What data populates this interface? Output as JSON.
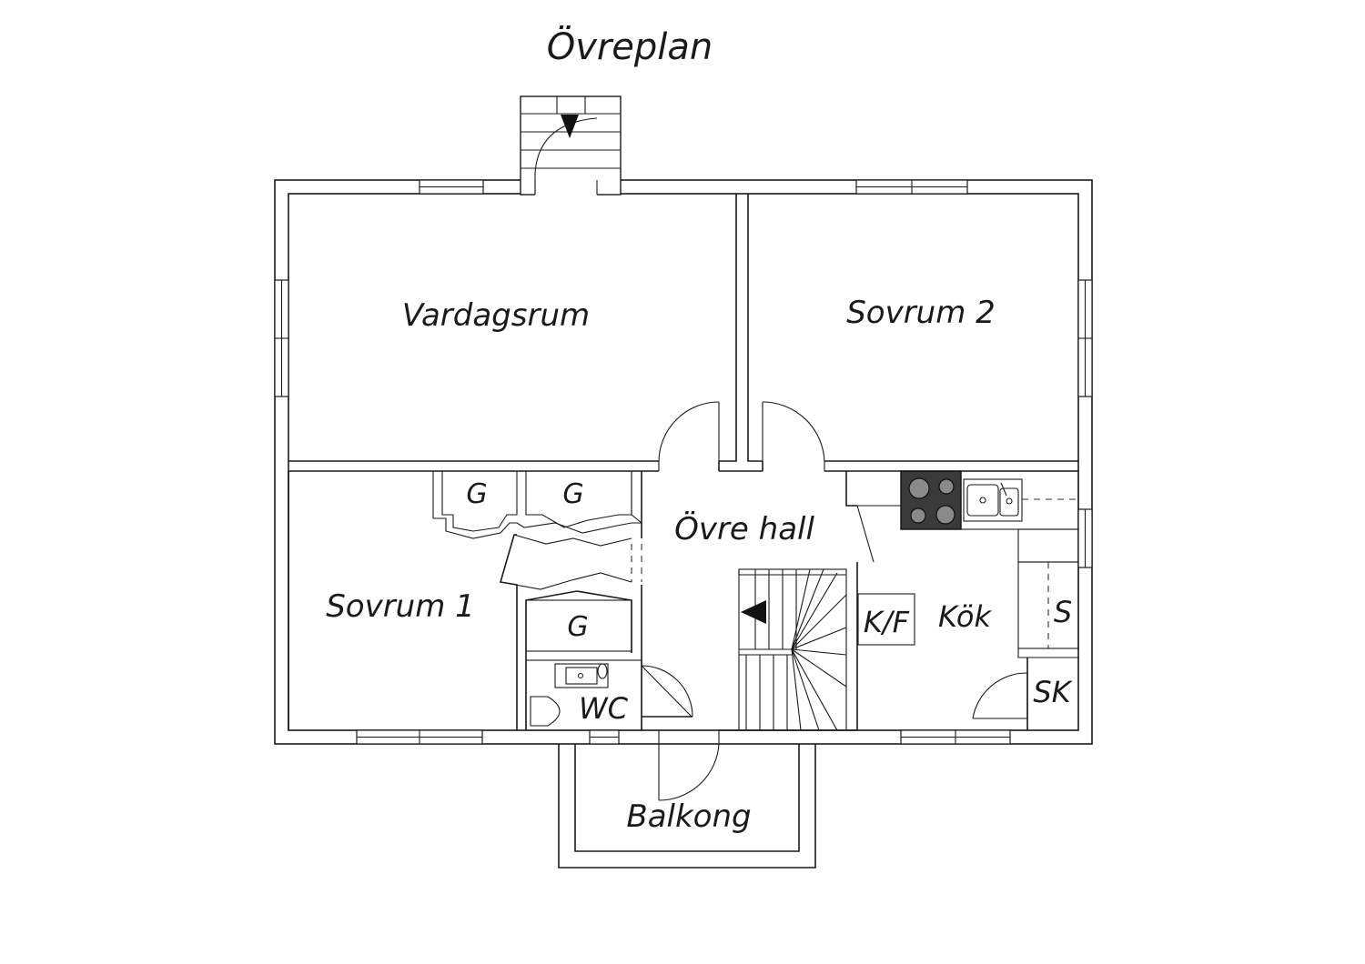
{
  "title": "Övreplan",
  "rooms": {
    "vardagsrum": "Vardagsrum",
    "sovrum2": "Sovrum 2",
    "sovrum1": "Sovrum 1",
    "ovre_hall": "Övre hall",
    "kok": "Kök",
    "kf": "K/F",
    "s": "S",
    "sk": "SK",
    "wc": "WC",
    "balkong": "Balkong",
    "g1": "G",
    "g2": "G",
    "g3": "G"
  }
}
